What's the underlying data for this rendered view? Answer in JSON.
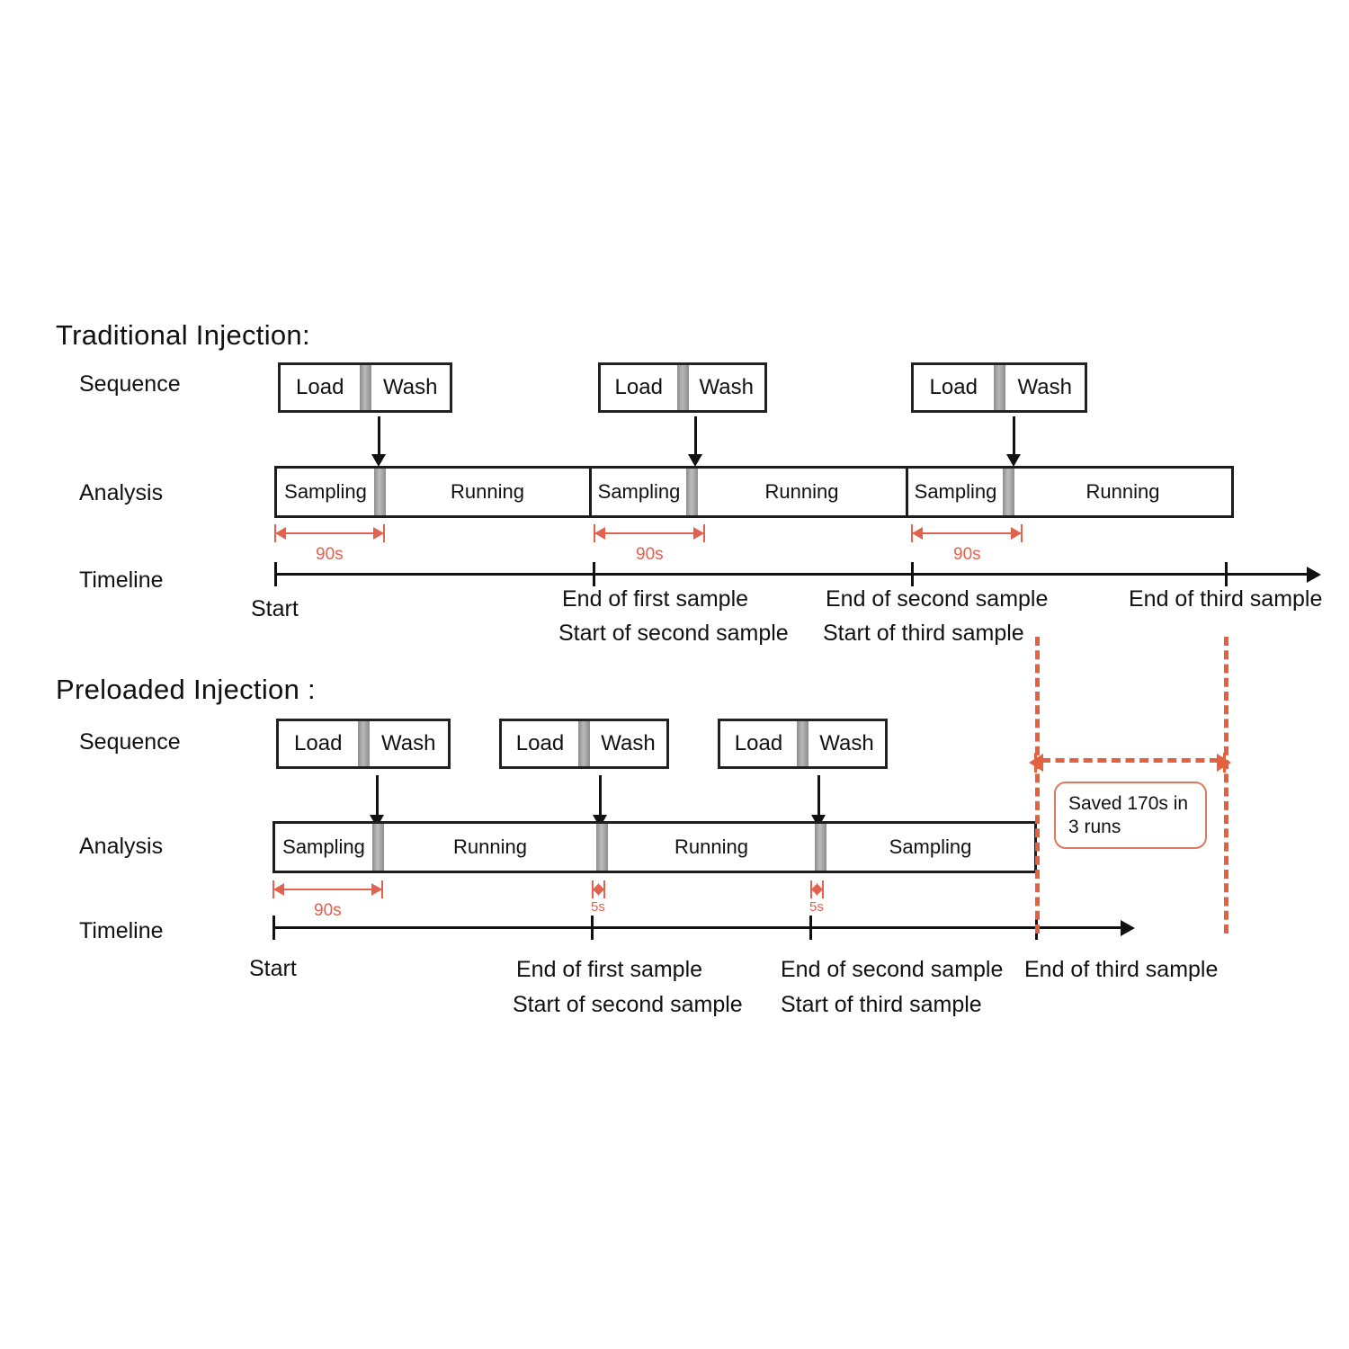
{
  "figure": {
    "sections": [
      {
        "id": "traditional",
        "title": "Traditional Injection:",
        "row_labels": {
          "sequence": "Sequence",
          "analysis": "Analysis",
          "timeline": "Timeline"
        },
        "sequence_blocks": [
          {
            "load": "Load",
            "wash": "Wash"
          },
          {
            "load": "Load",
            "wash": "Wash"
          },
          {
            "load": "Load",
            "wash": "Wash"
          }
        ],
        "analysis_segments": [
          "Sampling",
          "Running",
          "Sampling",
          "Running",
          "Sampling",
          "Running"
        ],
        "measures": [
          "90s",
          "90s",
          "90s"
        ],
        "timeline_markers": [
          {
            "lines": [
              "Start"
            ]
          },
          {
            "lines": [
              "End of first sample",
              "Start of second sample"
            ]
          },
          {
            "lines": [
              "End of second sample",
              "Start of third sample"
            ]
          },
          {
            "lines": [
              "End of third sample"
            ]
          }
        ]
      },
      {
        "id": "preloaded",
        "title": "Preloaded Injection :",
        "row_labels": {
          "sequence": "Sequence",
          "analysis": "Analysis",
          "timeline": "Timeline"
        },
        "sequence_blocks": [
          {
            "load": "Load",
            "wash": "Wash"
          },
          {
            "load": "Load",
            "wash": "Wash"
          },
          {
            "load": "Load",
            "wash": "Wash"
          }
        ],
        "analysis_segments": [
          "Sampling",
          "Running",
          "Running",
          "Sampling"
        ],
        "measures": [
          "90s",
          "5s",
          "5s"
        ],
        "timeline_markers": [
          {
            "lines": [
              "Start"
            ]
          },
          {
            "lines": [
              "End of first sample",
              "Start of second sample"
            ]
          },
          {
            "lines": [
              "End of second sample",
              "Start of third sample"
            ]
          },
          {
            "lines": [
              "End of third sample"
            ]
          }
        ]
      }
    ],
    "savings_callout": "Saved 170s in 3 runs",
    "colors": {
      "accent_red": "#e2614f",
      "accent_orange": "#e2613f",
      "ink": "#111111",
      "divider_gray": "#8d8d8d"
    }
  }
}
